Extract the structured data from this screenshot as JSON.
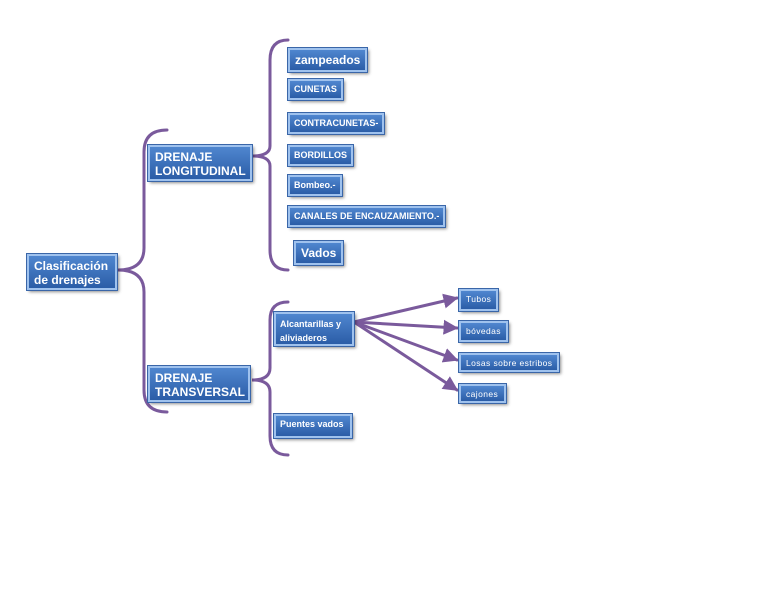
{
  "root": {
    "label": "Clasificación de drenajes"
  },
  "longitudinal": {
    "label": "DRENAJE LONGITUDINAL",
    "items": [
      "zampeados",
      "CUNETAS",
      "CONTRACUNETAS-",
      "BORDILLOS",
      "Bombeo.-",
      "CANALES DE ENCAUZAMIENTO.-",
      "Vados"
    ]
  },
  "transversal": {
    "label": "DRENAJE TRANSVERSAL",
    "items": [
      "Alcantarillas y aliviaderos",
      "Puentes vados"
    ],
    "alcantarillas_types": [
      "Tubos",
      "bóvedas",
      "Losas sobre estribos",
      "cajones"
    ]
  },
  "colors": {
    "node_fill": "#3a6fbd",
    "node_border": "#9fc2ee",
    "connector": "#7a5a9c"
  }
}
